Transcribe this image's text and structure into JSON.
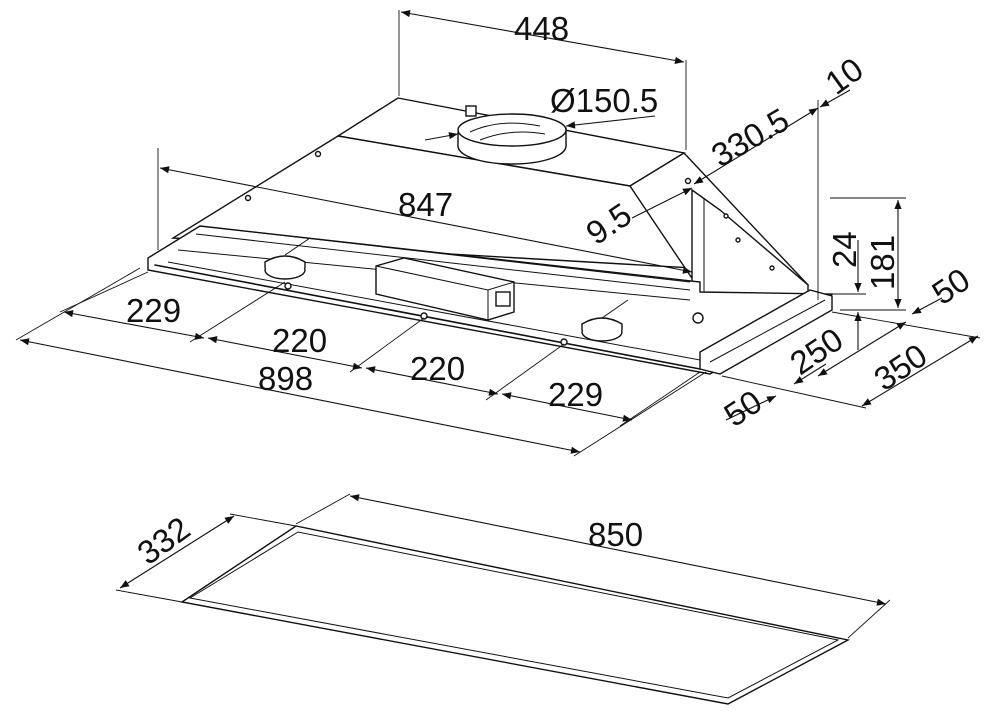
{
  "dimensions": {
    "width_top": "448",
    "duct_diameter": "Ø150.5",
    "depth_top": "330.5",
    "back_offset": "10",
    "inner_width": "847",
    "inner_offset": "9.5",
    "height_lower": "24",
    "height_total": "181",
    "front_lip": "50",
    "depth_inner": "250",
    "depth_total": "350",
    "side_lip": "50",
    "seg_left": "229",
    "seg_mid_left": "220",
    "seg_mid_right": "220",
    "seg_right": "229",
    "width_total": "898",
    "cutout_depth": "332",
    "cutout_width": "850"
  },
  "colors": {
    "line": "#111111",
    "background": "#ffffff"
  }
}
